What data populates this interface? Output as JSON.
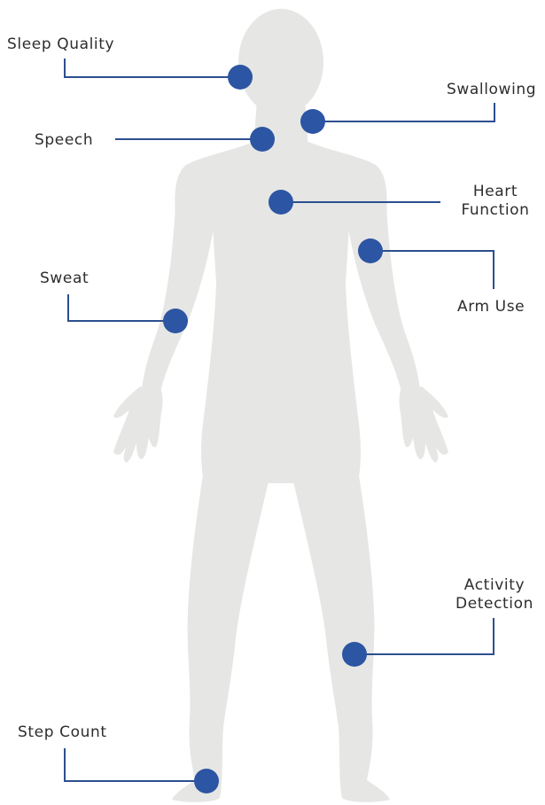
{
  "figure": {
    "colors": {
      "silhouette": "#e6e6e4",
      "marker": "#2c55a3",
      "leader_line": "#2c4f8f",
      "label_text": "#2d2d2d"
    },
    "labels": {
      "sleep_quality": "Sleep Quality",
      "swallowing": "Swallowing",
      "speech": "Speech",
      "heart_function_1": "Heart",
      "heart_function_2": "Function",
      "sweat": "Sweat",
      "arm_use": "Arm Use",
      "activity_detection_1": "Activity",
      "activity_detection_2": "Detection",
      "step_count": "Step Count"
    }
  }
}
